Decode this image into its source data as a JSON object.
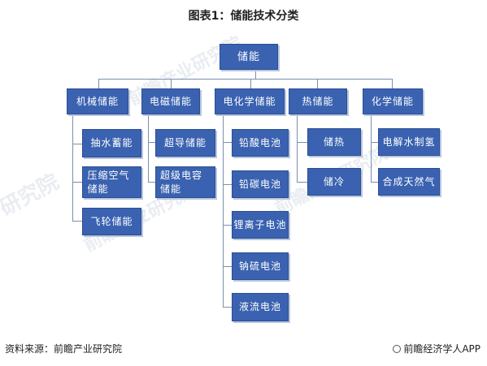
{
  "title": "图表1：储能技术分类",
  "root": "储能",
  "categories": [
    {
      "label": "机械储能",
      "children": [
        "抽水蓄能",
        "压缩空气储能",
        "飞轮储能"
      ]
    },
    {
      "label": "电磁储能",
      "children": [
        "超导储能",
        "超级电容储能"
      ]
    },
    {
      "label": "电化学储能",
      "children": [
        "铅酸电池",
        "铅碳电池",
        "锂离子电池",
        "钠硫电池",
        "液流电池"
      ]
    },
    {
      "label": "热储能",
      "children": [
        "储热",
        "储冷"
      ]
    },
    {
      "label": "化学储能",
      "children": [
        "电解水制氢",
        "合成天然气"
      ]
    }
  ],
  "footer": {
    "source": "资料来源：前瞻产业研究院",
    "brand": "前瞻经济学人APP"
  },
  "watermarks": [
    "研究院",
    "前瞻产业研究院",
    "前瞻产业研究院",
    "前瞻产业研究院"
  ],
  "colors": {
    "node_fill": "#3a62b0",
    "connector": "#7b8fae"
  }
}
